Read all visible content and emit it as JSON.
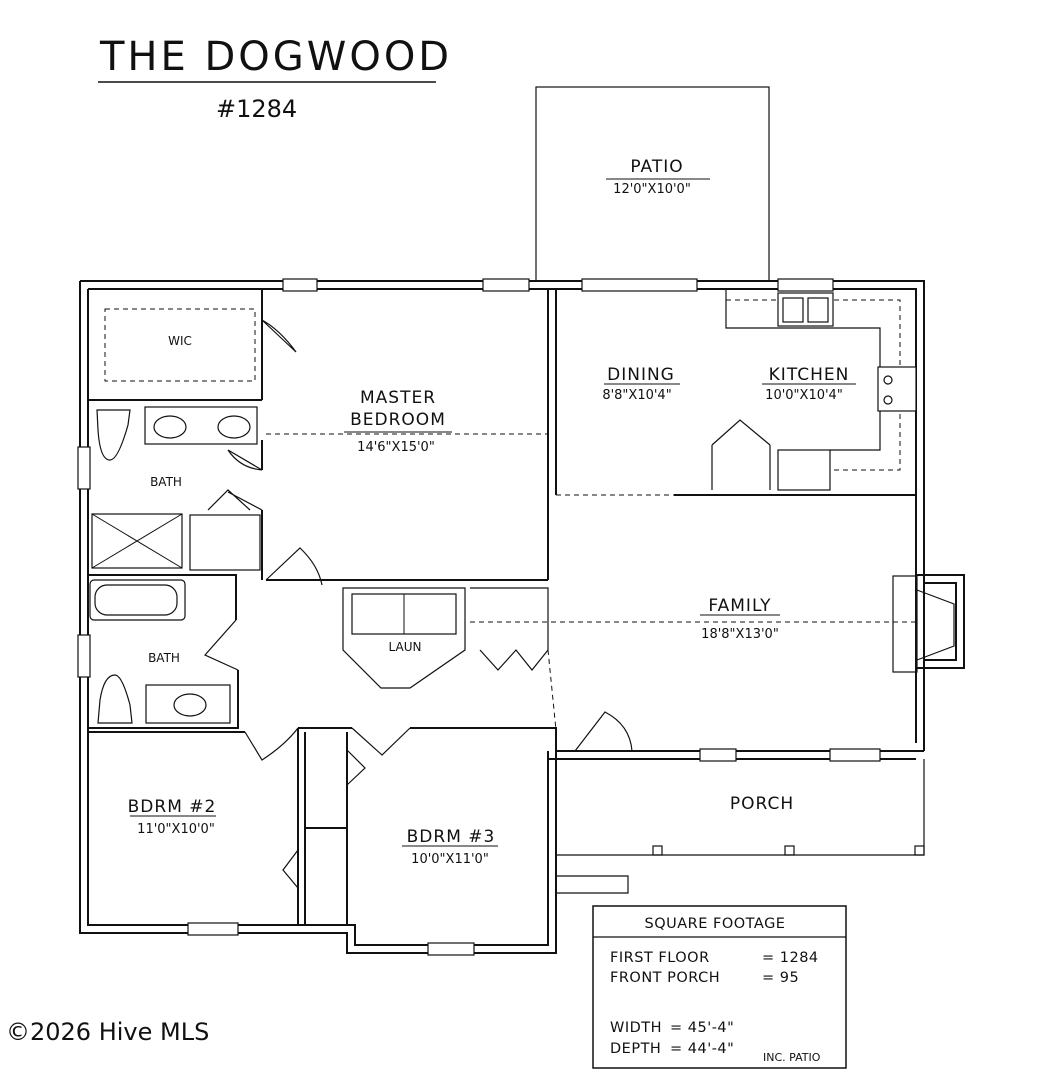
{
  "plan": {
    "title": "THE DOGWOOD",
    "number": "#1284",
    "copyright": "©2026 Hive MLS"
  },
  "rooms": {
    "patio": {
      "name": "PATIO",
      "dim": "12'0\"X10'0\""
    },
    "wic": {
      "name": "WIC"
    },
    "master": {
      "name1": "MASTER",
      "name2": "BEDROOM",
      "dim": "14'6\"X15'0\""
    },
    "dining": {
      "name": "DINING",
      "dim": "8'8\"X10'4\""
    },
    "kitchen": {
      "name": "KITCHEN",
      "dim": "10'0\"X10'4\""
    },
    "bath1": {
      "name": "BATH"
    },
    "bath2": {
      "name": "BATH"
    },
    "laun": {
      "name": "LAUN"
    },
    "family": {
      "name": "FAMILY",
      "dim": "18'8\"X13'0\""
    },
    "porch": {
      "name": "PORCH"
    },
    "bdrm2": {
      "name": "BDRM #2",
      "dim": "11'0\"X10'0\""
    },
    "bdrm3": {
      "name": "BDRM #3",
      "dim": "10'0\"X11'0\""
    }
  },
  "footage": {
    "heading": "SQUARE FOOTAGE",
    "rows": [
      {
        "label": "FIRST FLOOR",
        "value": "= 1284"
      },
      {
        "label": "FRONT PORCH",
        "value": "= 95"
      },
      {
        "label": "WIDTH",
        "value": "= 45'-4\""
      },
      {
        "label": "DEPTH",
        "value": "= 44'-4\""
      }
    ],
    "note": "INC. PATIO"
  }
}
